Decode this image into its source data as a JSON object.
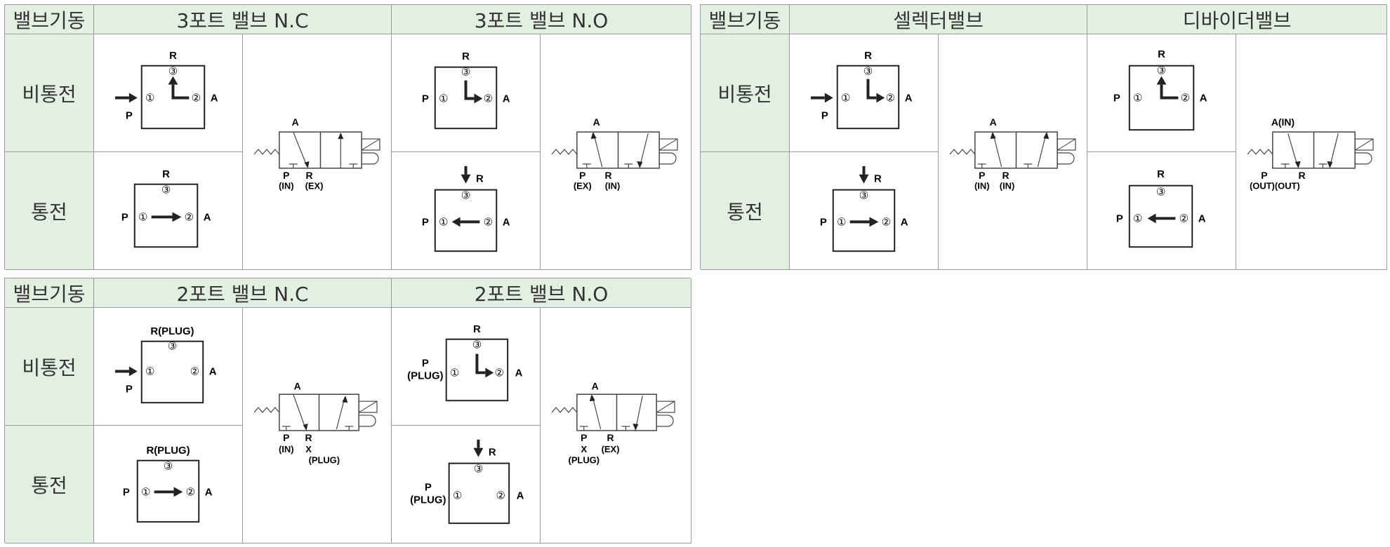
{
  "t1": {
    "hdr0": "밸브기동",
    "hdr1": "3포트 밸브 N.C",
    "hdr2": "3포트 밸브 N.O",
    "row1": "비통전",
    "row2": "통전",
    "nc_off": {
      "R": "R",
      "c3": "③",
      "c1": "①",
      "c2": "②",
      "P": "P",
      "A": "A"
    },
    "nc_on": {
      "R": "R",
      "c3": "③",
      "c1": "①",
      "c2": "②",
      "P": "P",
      "A": "A"
    },
    "nc_sym": {
      "A": "A",
      "P": "P",
      "R": "R",
      "Pin": "(IN)",
      "Rex": "(EX)"
    },
    "no_off": {
      "R": "R",
      "c3": "③",
      "c1": "①",
      "c2": "②",
      "P": "P",
      "A": "A"
    },
    "no_on": {
      "R": "R",
      "c3": "③",
      "c1": "①",
      "c2": "②",
      "P": "P",
      "A": "A"
    },
    "no_sym": {
      "A": "A",
      "P": "P",
      "R": "R",
      "Pex": "(EX)",
      "Rin": "(IN)"
    }
  },
  "t2": {
    "hdr0": "밸브기동",
    "hdr1": "셀렉터밸브",
    "hdr2": "디바이더밸브",
    "row1": "비통전",
    "row2": "통전",
    "sel_off": {
      "R": "R",
      "c3": "③",
      "c1": "①",
      "c2": "②",
      "P": "P",
      "A": "A"
    },
    "sel_on": {
      "R": "R",
      "c3": "③",
      "c1": "①",
      "c2": "②",
      "P": "P",
      "A": "A"
    },
    "sel_sym": {
      "A": "A",
      "P": "P",
      "R": "R",
      "Pin": "(IN)",
      "Rin": "(IN)"
    },
    "div_off": {
      "R": "R",
      "c3": "③",
      "c1": "①",
      "c2": "②",
      "P": "P",
      "A": "A"
    },
    "div_on": {
      "R": "R",
      "c3": "③",
      "c1": "①",
      "c2": "②",
      "P": "P",
      "A": "A"
    },
    "div_sym": {
      "A": "A(IN)",
      "P": "P",
      "R": "R",
      "out": "(OUT)(OUT)"
    }
  },
  "t3": {
    "hdr0": "밸브기동",
    "hdr1": "2포트 밸브 N.C",
    "hdr2": "2포트 밸브 N.O",
    "row1": "비통전",
    "row2": "통전",
    "nc_off": {
      "R": "R(PLUG)",
      "c3": "③",
      "c1": "①",
      "c2": "②",
      "P": "P",
      "A": "A"
    },
    "nc_on": {
      "R": "R(PLUG)",
      "c3": "③",
      "c1": "①",
      "c2": "②",
      "P": "P",
      "A": "A"
    },
    "nc_sym": {
      "A": "A",
      "P": "P",
      "R": "R",
      "Pin": "(IN)",
      "X": "X",
      "plug": "(PLUG)"
    },
    "no_off": {
      "R": "R",
      "c3": "③",
      "c1": "①",
      "c2": "②",
      "P": "P",
      "plug": "(PLUG)",
      "A": "A"
    },
    "no_on": {
      "R": "R",
      "c3": "③",
      "c1": "①",
      "c2": "②",
      "P": "P",
      "plug": "(PLUG)",
      "A": "A"
    },
    "no_sym": {
      "A": "A",
      "P": "P",
      "R": "R",
      "X": "X",
      "Rex": "(EX)",
      "plug": "(PLUG)"
    }
  }
}
